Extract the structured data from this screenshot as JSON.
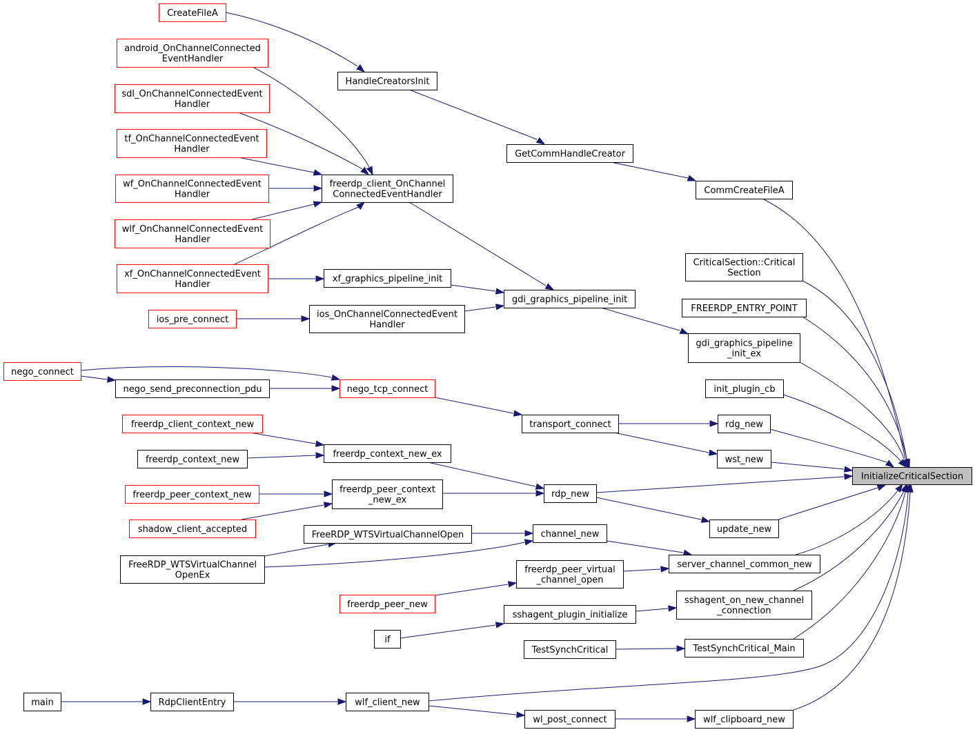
{
  "diagram": {
    "type": "call-graph",
    "colors": {
      "edge": "#191970",
      "border_internal": "#000000",
      "border_external": "#ff0000",
      "focus_fill": "#bfbfbf",
      "node_fill": "#ffffff"
    },
    "nodes": [
      {
        "id": "n0",
        "lines": [
          "InitializeCriticalSection"
        ],
        "style": "focus"
      },
      {
        "id": "n1",
        "lines": [
          "CommCreateFileA"
        ],
        "style": "internal"
      },
      {
        "id": "n2",
        "lines": [
          "GetCommHandleCreator"
        ],
        "style": "internal"
      },
      {
        "id": "n3",
        "lines": [
          "HandleCreatorsInit"
        ],
        "style": "internal"
      },
      {
        "id": "n4",
        "lines": [
          "CreateFileA"
        ],
        "style": "external"
      },
      {
        "id": "n5",
        "lines": [
          "CriticalSection::Critical",
          "Section"
        ],
        "style": "internal"
      },
      {
        "id": "n6",
        "lines": [
          "FREERDP_ENTRY_POINT"
        ],
        "style": "internal"
      },
      {
        "id": "n7",
        "lines": [
          "gdi_graphics_pipeline",
          "_init_ex"
        ],
        "style": "internal"
      },
      {
        "id": "n8",
        "lines": [
          "gdi_graphics_pipeline_init"
        ],
        "style": "internal"
      },
      {
        "id": "n9",
        "lines": [
          "freerdp_client_OnChannel",
          "ConnectedEventHandler"
        ],
        "style": "internal"
      },
      {
        "id": "n10",
        "lines": [
          "android_OnChannelConnected",
          "EventHandler"
        ],
        "style": "external"
      },
      {
        "id": "n11",
        "lines": [
          "sdl_OnChannelConnectedEvent",
          "Handler"
        ],
        "style": "external"
      },
      {
        "id": "n12",
        "lines": [
          "tf_OnChannelConnectedEvent",
          "Handler"
        ],
        "style": "external"
      },
      {
        "id": "n13",
        "lines": [
          "wf_OnChannelConnectedEvent",
          "Handler"
        ],
        "style": "external"
      },
      {
        "id": "n14",
        "lines": [
          "wlf_OnChannelConnectedEvent",
          "Handler"
        ],
        "style": "external"
      },
      {
        "id": "n15",
        "lines": [
          "xf_OnChannelConnectedEvent",
          "Handler"
        ],
        "style": "external"
      },
      {
        "id": "n16",
        "lines": [
          "ios_OnChannelConnectedEvent",
          "Handler"
        ],
        "style": "internal"
      },
      {
        "id": "n17",
        "lines": [
          "ios_pre_connect"
        ],
        "style": "external"
      },
      {
        "id": "n18",
        "lines": [
          "xf_graphics_pipeline_init"
        ],
        "style": "internal"
      },
      {
        "id": "n19",
        "lines": [
          "init_plugin_cb"
        ],
        "style": "internal"
      },
      {
        "id": "n20",
        "lines": [
          "rdg_new"
        ],
        "style": "internal"
      },
      {
        "id": "n21",
        "lines": [
          "transport_connect"
        ],
        "style": "internal"
      },
      {
        "id": "n22",
        "lines": [
          "nego_tcp_connect"
        ],
        "style": "external"
      },
      {
        "id": "n23",
        "lines": [
          "nego_connect"
        ],
        "style": "external"
      },
      {
        "id": "n24",
        "lines": [
          "nego_send_preconnection_pdu"
        ],
        "style": "internal"
      },
      {
        "id": "n25",
        "lines": [
          "wst_new"
        ],
        "style": "internal"
      },
      {
        "id": "n26",
        "lines": [
          "rdp_new"
        ],
        "style": "internal"
      },
      {
        "id": "n27",
        "lines": [
          "freerdp_context_new_ex"
        ],
        "style": "internal"
      },
      {
        "id": "n28",
        "lines": [
          "freerdp_client_context_new"
        ],
        "style": "external"
      },
      {
        "id": "n29",
        "lines": [
          "freerdp_context_new"
        ],
        "style": "internal"
      },
      {
        "id": "n30",
        "lines": [
          "freerdp_peer_context",
          "_new_ex"
        ],
        "style": "internal"
      },
      {
        "id": "n31",
        "lines": [
          "freerdp_peer_context_new"
        ],
        "style": "external"
      },
      {
        "id": "n32",
        "lines": [
          "shadow_client_accepted"
        ],
        "style": "external"
      },
      {
        "id": "n33",
        "lines": [
          "update_new"
        ],
        "style": "internal"
      },
      {
        "id": "n34",
        "lines": [
          "server_channel_common_new"
        ],
        "style": "internal"
      },
      {
        "id": "n35",
        "lines": [
          "channel_new"
        ],
        "style": "internal"
      },
      {
        "id": "n36",
        "lines": [
          "FreeRDP_WTSVirtualChannelOpen"
        ],
        "style": "internal"
      },
      {
        "id": "n37",
        "lines": [
          "FreeRDP_WTSVirtualChannel",
          "OpenEx"
        ],
        "style": "internal"
      },
      {
        "id": "n38",
        "lines": [
          "freerdp_peer_virtual",
          "_channel_open"
        ],
        "style": "internal"
      },
      {
        "id": "n39",
        "lines": [
          "freerdp_peer_new"
        ],
        "style": "external"
      },
      {
        "id": "n40",
        "lines": [
          "sshagent_on_new_channel",
          "_connection"
        ],
        "style": "internal"
      },
      {
        "id": "n41",
        "lines": [
          "sshagent_plugin_initialize"
        ],
        "style": "internal"
      },
      {
        "id": "n42",
        "lines": [
          "if"
        ],
        "style": "internal"
      },
      {
        "id": "n43",
        "lines": [
          "TestSynchCritical_Main"
        ],
        "style": "internal"
      },
      {
        "id": "n44",
        "lines": [
          "TestSynchCritical"
        ],
        "style": "internal"
      },
      {
        "id": "n45",
        "lines": [
          "wlf_client_new"
        ],
        "style": "internal"
      },
      {
        "id": "n46",
        "lines": [
          "RdpClientEntry"
        ],
        "style": "internal"
      },
      {
        "id": "n47",
        "lines": [
          "main"
        ],
        "style": "internal"
      },
      {
        "id": "n48",
        "lines": [
          "wlf_clipboard_new"
        ],
        "style": "internal"
      },
      {
        "id": "n49",
        "lines": [
          "wl_post_connect"
        ],
        "style": "internal"
      }
    ],
    "edges": [
      {
        "from": "n1",
        "to": "n0"
      },
      {
        "from": "n2",
        "to": "n1"
      },
      {
        "from": "n3",
        "to": "n2"
      },
      {
        "from": "n4",
        "to": "n3"
      },
      {
        "from": "n5",
        "to": "n0"
      },
      {
        "from": "n6",
        "to": "n0"
      },
      {
        "from": "n7",
        "to": "n0"
      },
      {
        "from": "n8",
        "to": "n7"
      },
      {
        "from": "n9",
        "to": "n8"
      },
      {
        "from": "n10",
        "to": "n9"
      },
      {
        "from": "n11",
        "to": "n9"
      },
      {
        "from": "n12",
        "to": "n9"
      },
      {
        "from": "n13",
        "to": "n9"
      },
      {
        "from": "n14",
        "to": "n9"
      },
      {
        "from": "n15",
        "to": "n9"
      },
      {
        "from": "n15",
        "to": "n18"
      },
      {
        "from": "n18",
        "to": "n8"
      },
      {
        "from": "n16",
        "to": "n8"
      },
      {
        "from": "n17",
        "to": "n16"
      },
      {
        "from": "n19",
        "to": "n0"
      },
      {
        "from": "n20",
        "to": "n0"
      },
      {
        "from": "n21",
        "to": "n20"
      },
      {
        "from": "n21",
        "to": "n25"
      },
      {
        "from": "n22",
        "to": "n21"
      },
      {
        "from": "n23",
        "to": "n22"
      },
      {
        "from": "n23",
        "to": "n24"
      },
      {
        "from": "n24",
        "to": "n22"
      },
      {
        "from": "n25",
        "to": "n0"
      },
      {
        "from": "n26",
        "to": "n0"
      },
      {
        "from": "n26",
        "to": "n33"
      },
      {
        "from": "n27",
        "to": "n26"
      },
      {
        "from": "n28",
        "to": "n27"
      },
      {
        "from": "n29",
        "to": "n27"
      },
      {
        "from": "n30",
        "to": "n26"
      },
      {
        "from": "n31",
        "to": "n30"
      },
      {
        "from": "n32",
        "to": "n30"
      },
      {
        "from": "n33",
        "to": "n0"
      },
      {
        "from": "n34",
        "to": "n0"
      },
      {
        "from": "n35",
        "to": "n34"
      },
      {
        "from": "n36",
        "to": "n35"
      },
      {
        "from": "n37",
        "to": "n36"
      },
      {
        "from": "n37",
        "to": "n35"
      },
      {
        "from": "n38",
        "to": "n34"
      },
      {
        "from": "n39",
        "to": "n38"
      },
      {
        "from": "n40",
        "to": "n0"
      },
      {
        "from": "n41",
        "to": "n40"
      },
      {
        "from": "n42",
        "to": "n41"
      },
      {
        "from": "n43",
        "to": "n0"
      },
      {
        "from": "n44",
        "to": "n43"
      },
      {
        "from": "n45",
        "to": "n0"
      },
      {
        "from": "n46",
        "to": "n45"
      },
      {
        "from": "n47",
        "to": "n46"
      },
      {
        "from": "n45",
        "to": "n49"
      },
      {
        "from": "n49",
        "to": "n48"
      },
      {
        "from": "n48",
        "to": "n0"
      }
    ]
  }
}
